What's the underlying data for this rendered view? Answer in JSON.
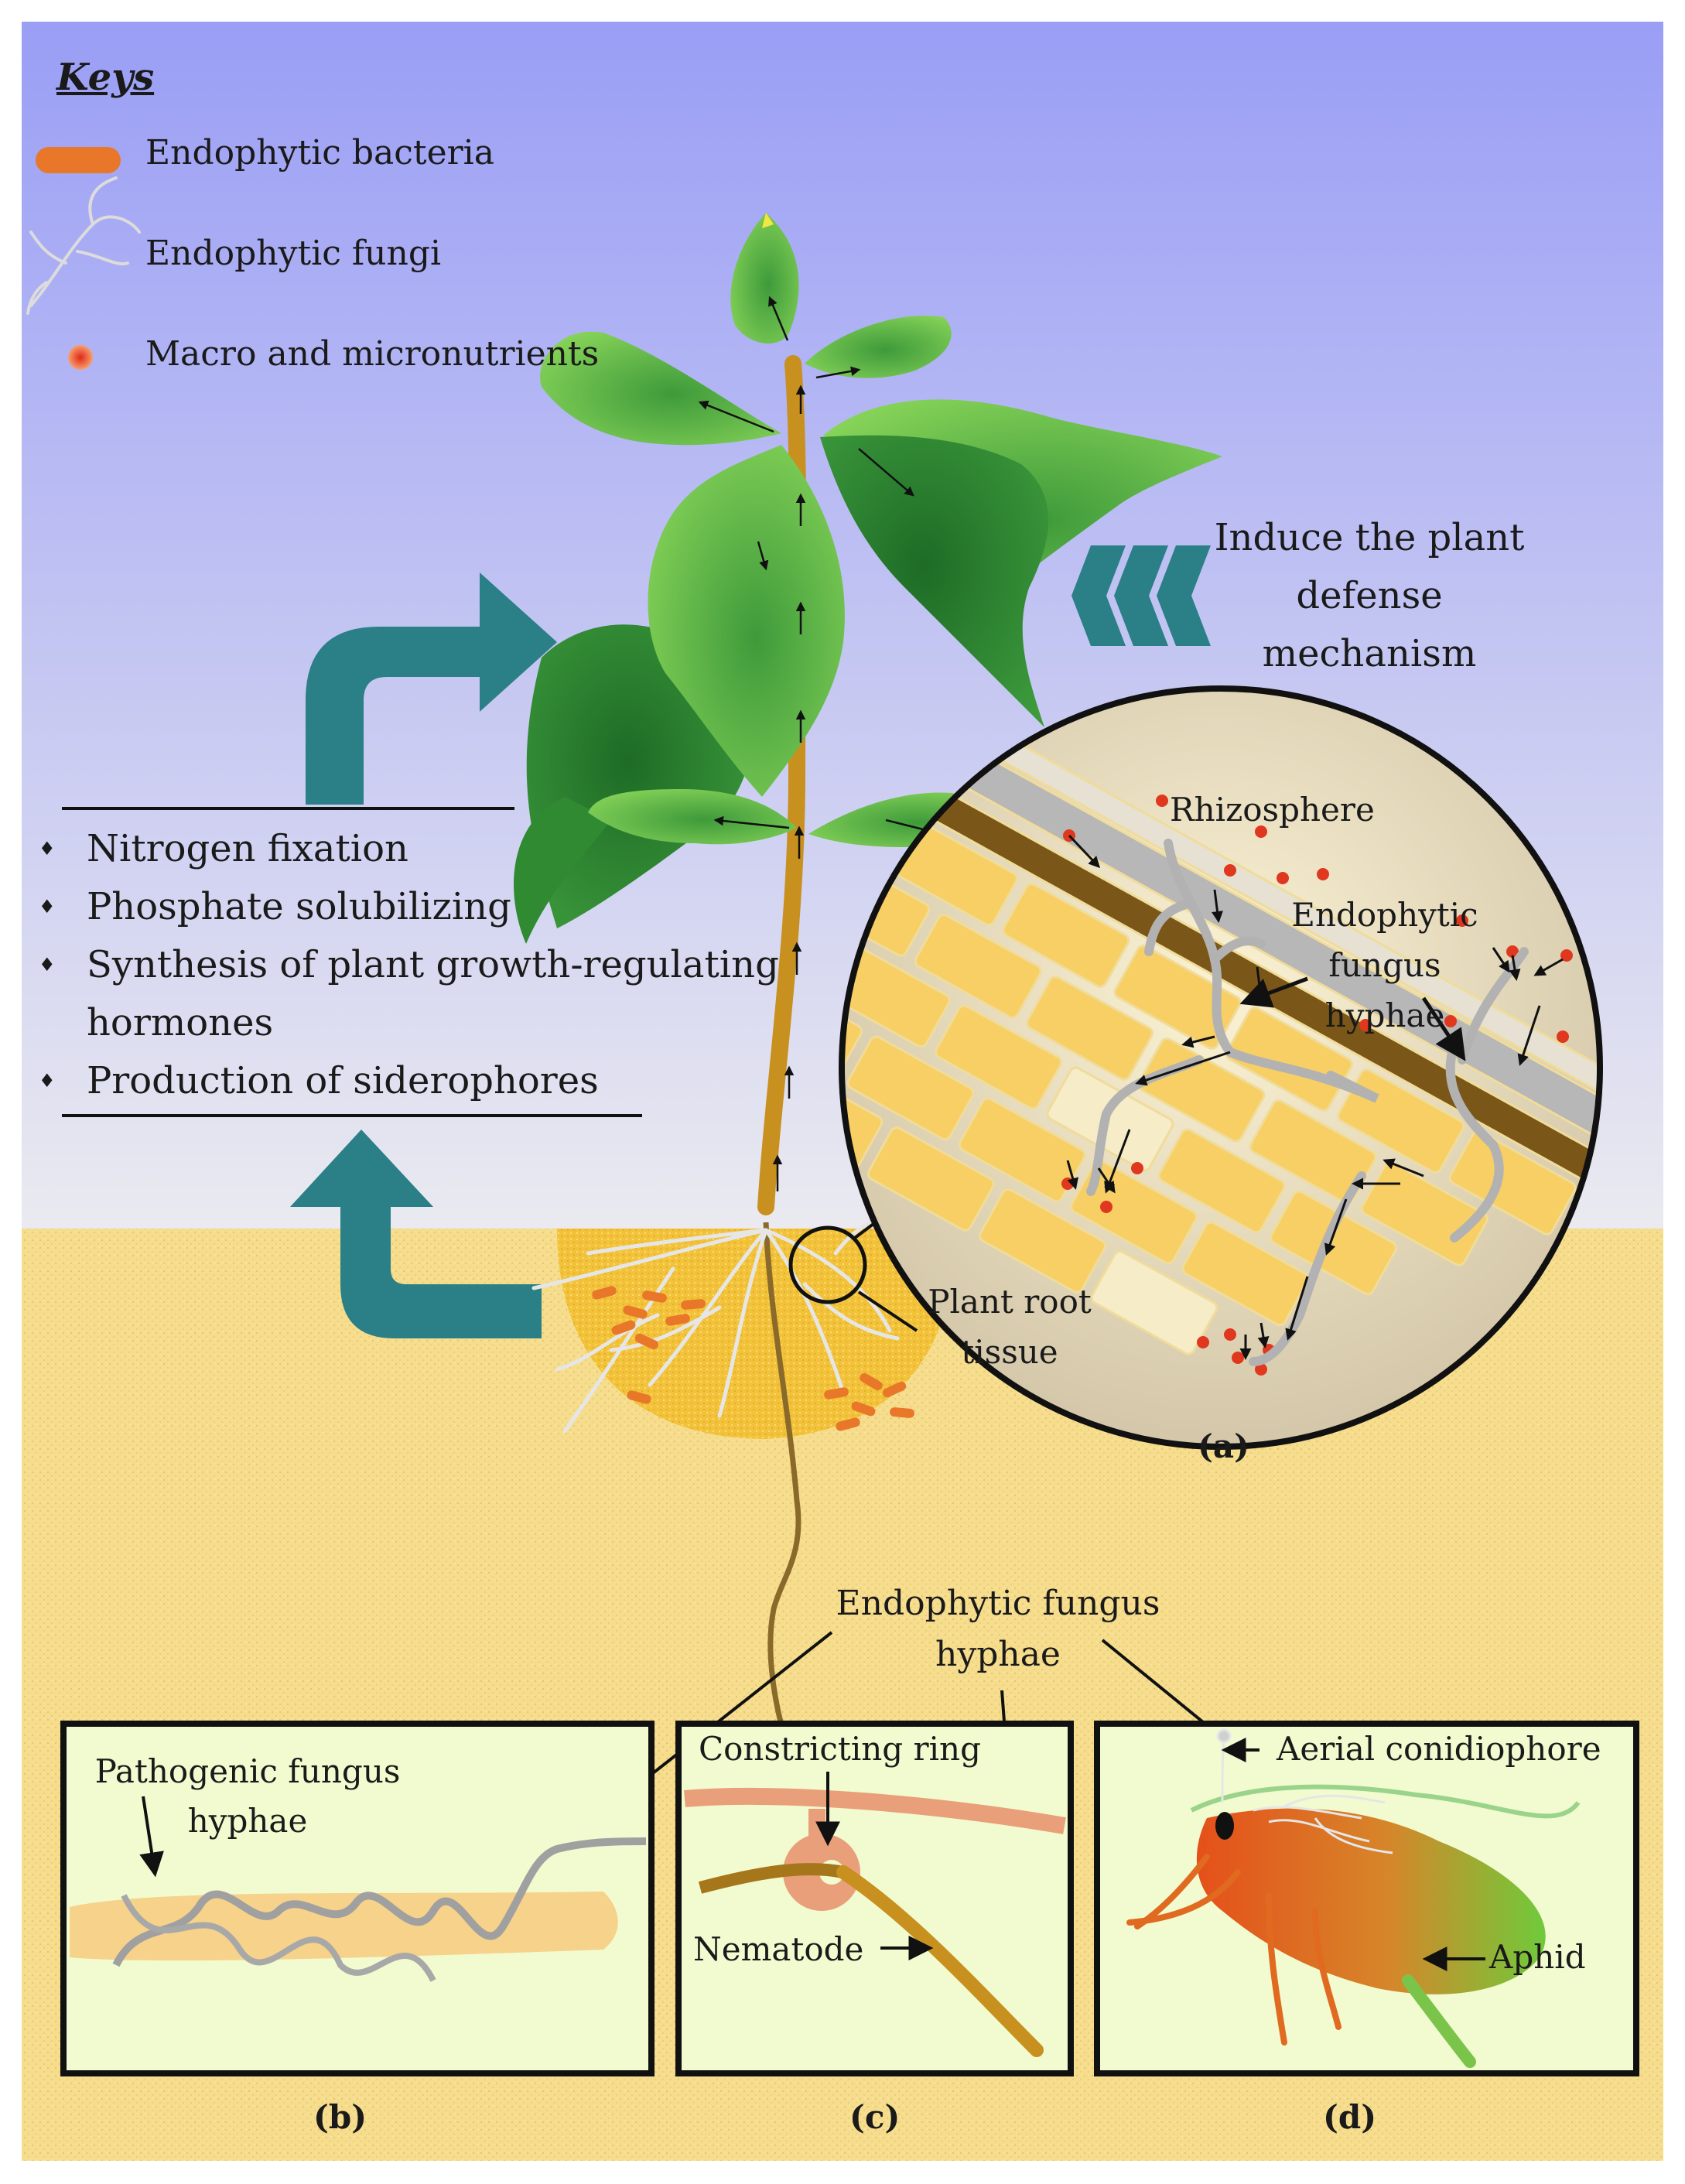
{
  "keys": {
    "title": "Keys",
    "items": [
      {
        "label": "Endophytic bacteria",
        "icon": "bacteria-icon"
      },
      {
        "label": "Endophytic fungi",
        "icon": "fungi-icon"
      },
      {
        "label": "Macro and micronutrients",
        "icon": "nutrient-icon"
      }
    ]
  },
  "defense": {
    "lines": [
      "Induce the plant",
      "defense",
      "mechanism"
    ]
  },
  "benefits": {
    "items": [
      {
        "bullet": "♦",
        "lines": [
          "Nitrogen fixation"
        ]
      },
      {
        "bullet": "♦",
        "lines": [
          "Phosphate solubilizing"
        ]
      },
      {
        "bullet": "♦",
        "lines": [
          "Synthesis of plant growth-regulating",
          "hormones"
        ]
      },
      {
        "bullet": "♦",
        "lines": [
          "Production of siderophores"
        ]
      }
    ]
  },
  "panel_a": {
    "rhizosphere": "Rhizosphere",
    "hyphae_lines": [
      "Endophytic",
      "fungus",
      "hyphae"
    ],
    "tissue_lines": [
      "Plant root",
      "tissue"
    ],
    "caption": "(a)"
  },
  "lower_callout": {
    "lines": [
      "Endophytic fungus",
      "hyphae"
    ]
  },
  "panel_b": {
    "label_lines": [
      "Pathogenic fungus",
      "hyphae"
    ],
    "caption": "(b)"
  },
  "panel_c": {
    "ring_label": "Constricting ring",
    "nematode_label": "Nematode",
    "caption": "(c)"
  },
  "panel_d": {
    "conidiophore_label": "Aerial conidiophore",
    "aphid_label": "Aphid",
    "caption": "(d)"
  },
  "colors": {
    "sky_top": "#9a9ef5",
    "sky_bottom": "#e6e6ef",
    "soil": "#f5dc8a",
    "teal_arrow": "#2b7f86",
    "bacteria": "#e8772a",
    "nutrient": "#e0381e",
    "leaf_light": "#72c64a",
    "leaf_dark": "#2f8a32",
    "stem": "#c8901e",
    "panel_bg": "#f1fbcf"
  }
}
